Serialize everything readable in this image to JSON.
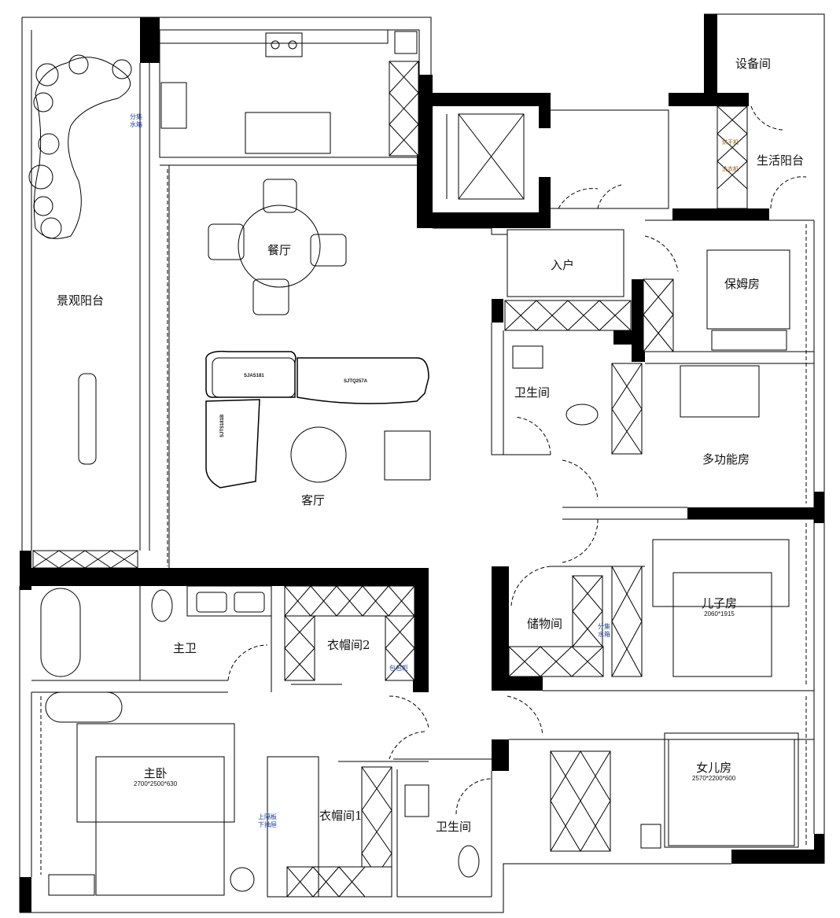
{
  "rooms": {
    "equipment": "设备间",
    "service_balcony": "生活阳台",
    "entrance": "入户",
    "nanny": "保姆房",
    "dining": "餐厅",
    "landscape_balcony": "景观阳台",
    "living": "客厅",
    "bath1": "卫生间",
    "multi": "多功能房",
    "son": "儿子房",
    "son_dim": "2060*1915",
    "storage": "储物间",
    "master_bath": "主卫",
    "closet2": "衣帽间2",
    "master": "主卧",
    "master_dim": "2700*2500*630",
    "closet1": "衣帽间1",
    "bath2": "卫生间",
    "daughter": "女儿房",
    "daughter_dim": "2570*2200*600"
  },
  "notes": {
    "manifold_1a": "分集",
    "manifold_1b": "水箱",
    "dryer": "烘干机",
    "washer": "洗衣机",
    "manifold_2a": "分集",
    "manifold_2b": "水箱",
    "bag_cabinet": "包包柜",
    "shelf_top": "上隔板",
    "shelf_bottom": "下抽屉"
  },
  "furniture_codes": {
    "sofa_a": "SJAS181",
    "sofa_b": "SJTQ257A",
    "sofa_c": "SJTS181B"
  },
  "colors": {
    "wall": "#000000",
    "note": "#1a3fa0"
  }
}
